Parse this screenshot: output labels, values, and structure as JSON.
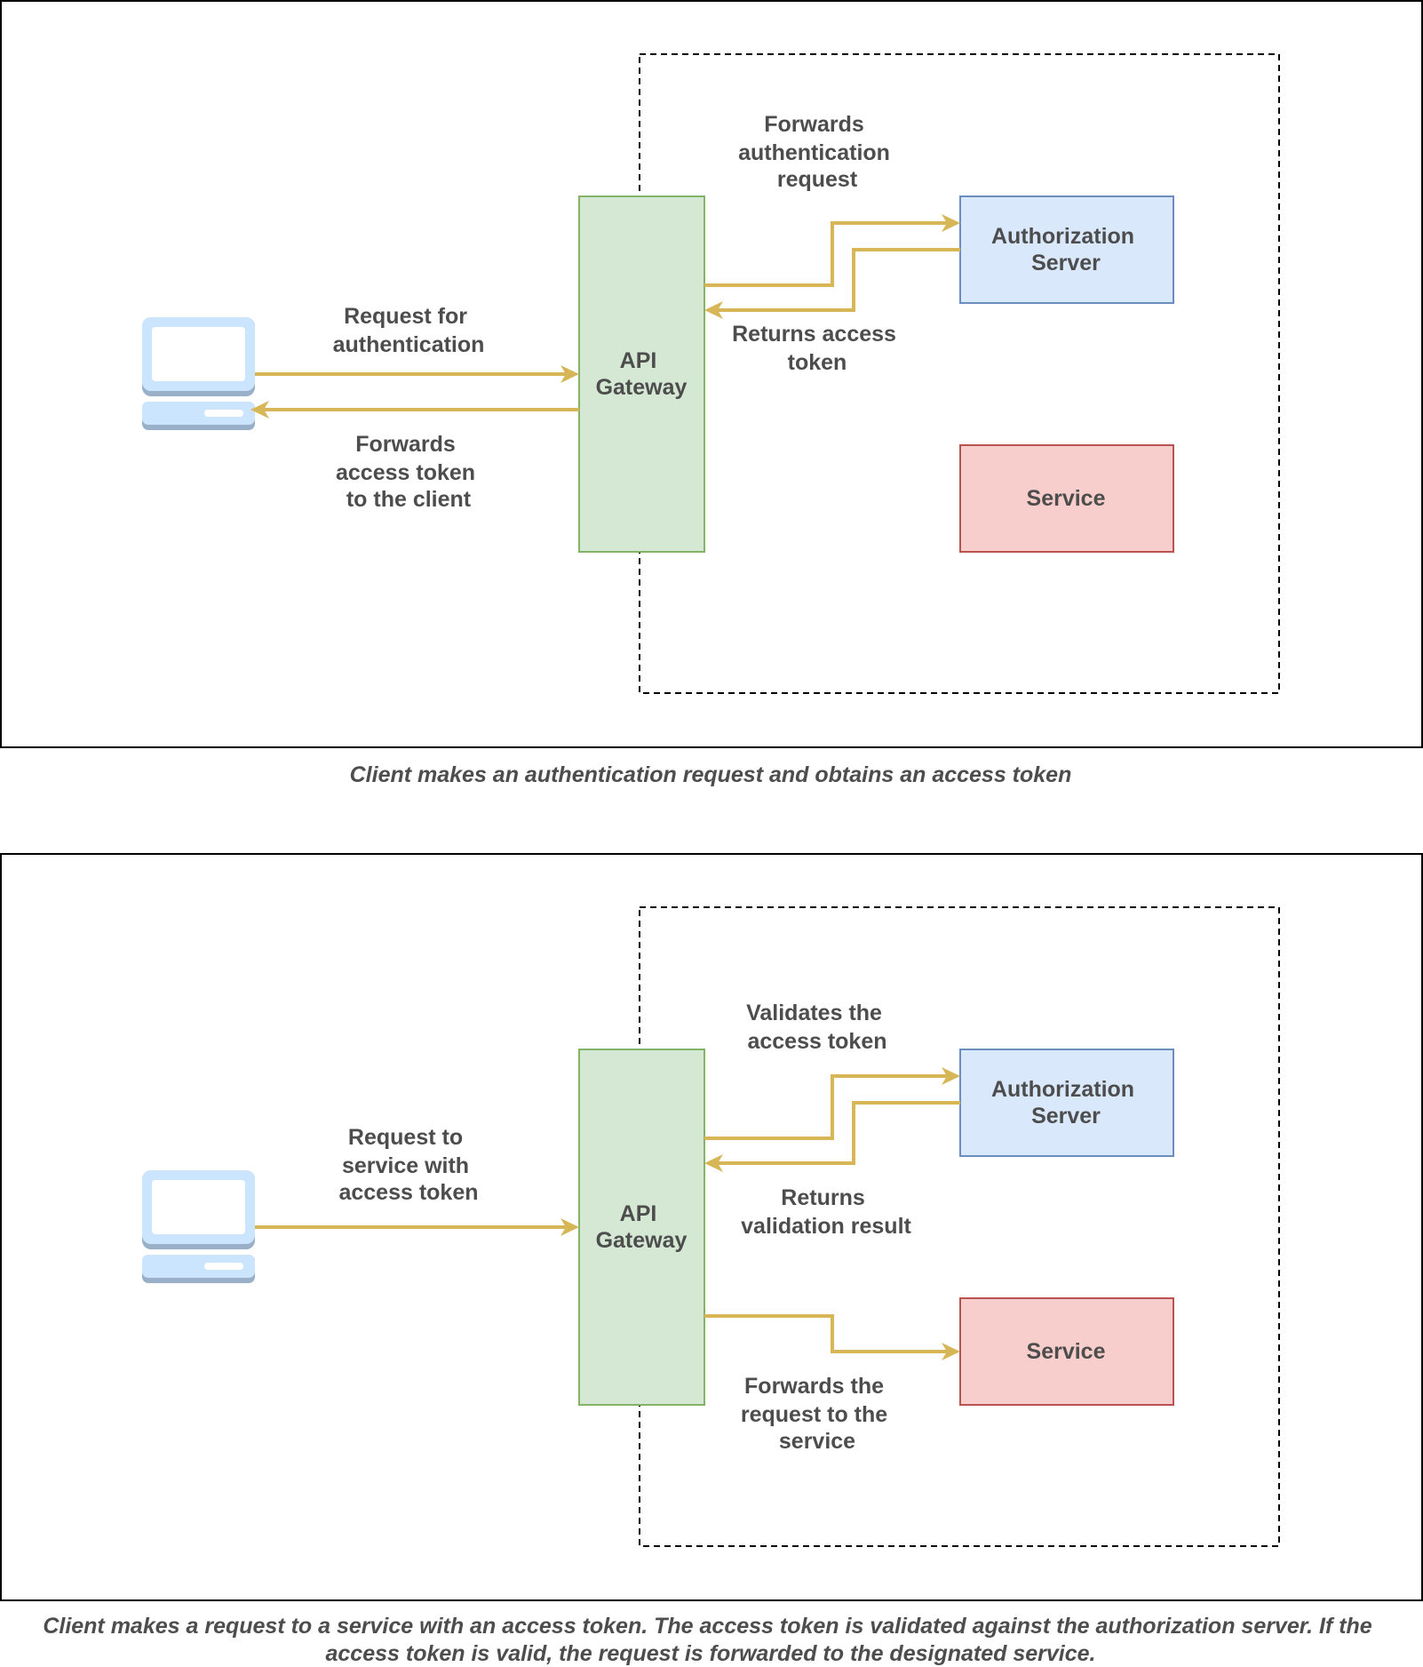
{
  "colors": {
    "gateway_fill": "#d5e8d4",
    "gateway_stroke": "#82b366",
    "auth_fill": "#dae8fc",
    "auth_stroke": "#6c8ebf",
    "service_fill": "#f8cecc",
    "service_stroke": "#b85450",
    "arrow": "#d6b656",
    "text": "#4d4d4d",
    "client_icon": "#cce5ff"
  },
  "icons": {
    "client": "laptop-icon"
  },
  "diagram1": {
    "gateway": [
      "API",
      "Gateway"
    ],
    "auth_server": [
      "Authorization",
      "Server"
    ],
    "service": [
      "Service"
    ],
    "request_label": [
      "Request for",
      "authentication"
    ],
    "forward_token_label": [
      "Forwards",
      "access token",
      "to the client"
    ],
    "forward_auth_label": [
      "Forwards",
      "authentication",
      "request"
    ],
    "returns_token_label": [
      "Returns access",
      "token"
    ],
    "caption": [
      "Client makes an authentication request and obtains an access token"
    ]
  },
  "diagram2": {
    "gateway": [
      "API",
      "Gateway"
    ],
    "auth_server": [
      "Authorization",
      "Server"
    ],
    "service": [
      "Service"
    ],
    "request_label": [
      "Request to",
      "service with",
      "access token"
    ],
    "validates_label": [
      "Validates the",
      "access token"
    ],
    "returns_result_label": [
      "Returns",
      "validation result"
    ],
    "forwards_request_label": [
      "Forwards the",
      "request to the",
      "service"
    ],
    "caption": [
      "Client makes a request to a service with an access token. The access token is validated against the authorization server. If the",
      "access token is valid, the request is forwarded to the designated service."
    ]
  }
}
